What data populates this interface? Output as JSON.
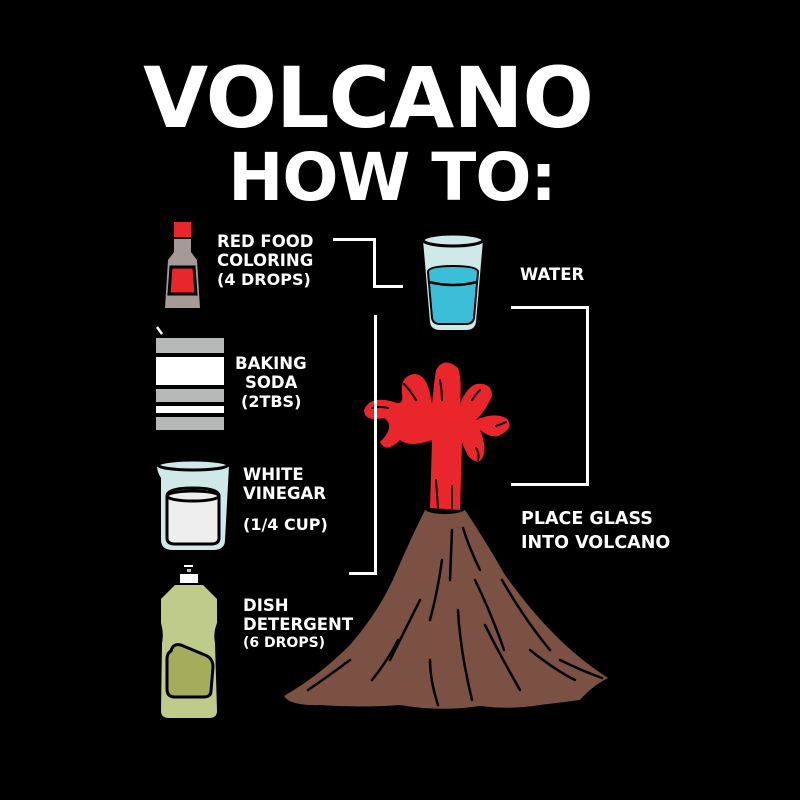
{
  "title": {
    "line1": "VOLCANO",
    "line2": "HOW TO:"
  },
  "ingredients": [
    {
      "name_line1": "RED FOOD",
      "name_line2": "COLORING",
      "amount": "(4 DROPS)",
      "icon": "food-coloring-bottle-icon",
      "colors": {
        "body": "#a59a96",
        "liquid": "#e8262b"
      }
    },
    {
      "name_line1": "BAKING",
      "name_line2": "SODA",
      "amount": "(2TBS)",
      "icon": "baking-soda-box-icon",
      "colors": {
        "stripe": "#b7b9b8",
        "band": "#ffffff"
      }
    },
    {
      "name_line1": "WHITE",
      "name_line2": "VINEGAR",
      "amount": "(1/4 CUP)",
      "icon": "measuring-cup-icon",
      "colors": {
        "glass": "#cfe8e8",
        "liquid": "#eeeeee"
      }
    },
    {
      "name_line1": "DISH",
      "name_line2": "DETERGENT",
      "amount": "(6 DROPS)",
      "icon": "detergent-bottle-icon",
      "colors": {
        "bottle": "#bfcb8a",
        "label": "#a3ad5b"
      }
    }
  ],
  "steps": {
    "water": {
      "label": "WATER",
      "icon": "water-glass-icon",
      "colors": {
        "glass": "#cfe8e8",
        "water": "#3bbfd9"
      }
    },
    "place": {
      "line1": "PLACE GLASS",
      "line2": "INTO VOLCANO"
    }
  },
  "volcano": {
    "icon": "volcano-icon",
    "colors": {
      "cone": "#7a5142",
      "lava": "#e8262b"
    }
  },
  "colors": {
    "background": "#000000",
    "text": "#ffffff",
    "connector": "#ffffff"
  }
}
